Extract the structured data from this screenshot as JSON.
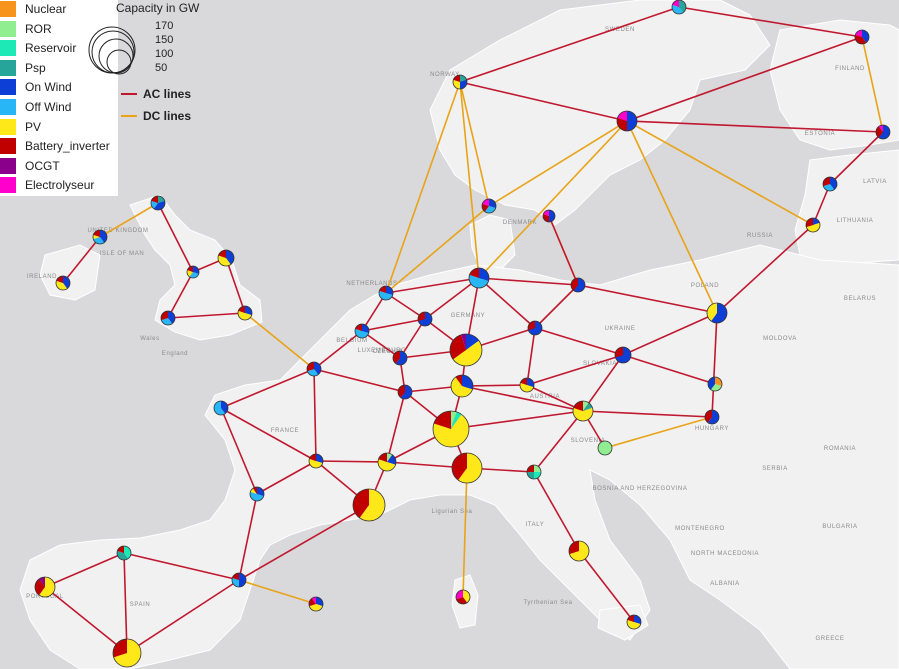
{
  "legend": {
    "technologies": [
      {
        "label": "Nuclear",
        "color": "#f7941d"
      },
      {
        "label": "ROR",
        "color": "#90ee90"
      },
      {
        "label": "Reservoir",
        "color": "#1de9b6"
      },
      {
        "label": "Psp",
        "color": "#26a69a"
      },
      {
        "label": "On Wind",
        "color": "#0d3fd6"
      },
      {
        "label": "Off Wind",
        "color": "#29b6f6"
      },
      {
        "label": "PV",
        "color": "#ffe81a"
      },
      {
        "label": "Battery_inverter",
        "color": "#c00000"
      },
      {
        "label": "OCGT",
        "color": "#8b008b"
      },
      {
        "label": "Electrolyseur",
        "color": "#ff00cc"
      }
    ],
    "capacity": {
      "title": "Capacity in GW",
      "values": [
        "170",
        "150",
        "100",
        "50"
      ]
    },
    "lines": [
      {
        "label": "AC lines",
        "color": "#c0182f"
      },
      {
        "label": "DC lines",
        "color": "#e8a317"
      }
    ]
  },
  "map": {
    "colors": {
      "sea": "#d9d9dc",
      "land": "#f1f1f1",
      "border": "#ffffff"
    },
    "place_labels": [
      "SWEDEN",
      "NORWAY",
      "UNITED KINGDOM",
      "IRELAND",
      "ISLE OF MAN",
      "England",
      "Wales",
      "NETHERLANDS",
      "BELGIUM",
      "LUXEMBOURG",
      "GERMANY",
      "POLAND",
      "CZECHIA",
      "AUSTRIA",
      "SLOVAKIA",
      "HUNGARY",
      "SLOVENIA",
      "FRANCE",
      "PORTUGAL",
      "SPAIN",
      "ITALY",
      "Tyrrhenian Sea",
      "Ligurian Sea",
      "BOSNIA AND HERZEGOVINA",
      "MONTENEGRO",
      "NORTH MACEDONIA",
      "ALBANIA",
      "ROMANIA",
      "BULGARIA",
      "SERBIA",
      "LATVIA",
      "LITHUANIA",
      "RUSSIA",
      "DENMARK",
      "UKRAINE",
      "MOLDOVA",
      "ESTONIA",
      "FINLAND",
      "BELARUS",
      "GREECE"
    ]
  },
  "nodes": [
    {
      "id": "se-north",
      "s": [
        0,
        0,
        0,
        0.4,
        0,
        0.4,
        0,
        0,
        0,
        0.2
      ]
    },
    {
      "id": "fi",
      "s": [
        0,
        0,
        0,
        0,
        0.4,
        0,
        0,
        0.4,
        0,
        0.2
      ]
    },
    {
      "id": "no-south",
      "s": [
        0,
        0,
        0,
        0.2,
        0.3,
        0,
        0.3,
        0.2,
        0,
        0
      ]
    },
    {
      "id": "se-south",
      "s": [
        0,
        0,
        0,
        0,
        0.5,
        0,
        0,
        0.3,
        0,
        0.2
      ]
    },
    {
      "id": "ee",
      "s": [
        0,
        0,
        0,
        0,
        0.6,
        0,
        0,
        0.3,
        0,
        0.1
      ]
    },
    {
      "id": "lv",
      "s": [
        0,
        0,
        0,
        0,
        0.4,
        0.3,
        0,
        0.3,
        0,
        0
      ]
    },
    {
      "id": "dk-west",
      "s": [
        0,
        0,
        0,
        0,
        0.3,
        0.3,
        0,
        0.2,
        0,
        0.2
      ]
    },
    {
      "id": "dk-east",
      "s": [
        0,
        0,
        0,
        0,
        0.5,
        0,
        0,
        0.3,
        0,
        0.2
      ]
    },
    {
      "id": "lt",
      "s": [
        0,
        0,
        0,
        0,
        0.2,
        0,
        0.5,
        0.3,
        0,
        0
      ]
    },
    {
      "id": "gb-scot",
      "s": [
        0,
        0,
        0,
        0.2,
        0.4,
        0.2,
        0,
        0.2,
        0,
        0
      ]
    },
    {
      "id": "gb-ni",
      "s": [
        0,
        0,
        0,
        0,
        0.4,
        0.3,
        0.1,
        0.2,
        0,
        0
      ]
    },
    {
      "id": "ie",
      "s": [
        0,
        0,
        0,
        0,
        0.4,
        0,
        0.4,
        0.2,
        0,
        0
      ]
    },
    {
      "id": "gb-north",
      "s": [
        0,
        0,
        0,
        0,
        0.4,
        0,
        0.4,
        0.2,
        0,
        0
      ]
    },
    {
      "id": "gb-mid",
      "s": [
        0,
        0,
        0,
        0,
        0.3,
        0.3,
        0.2,
        0.2,
        0,
        0
      ]
    },
    {
      "id": "gb-wales",
      "s": [
        0,
        0,
        0,
        0,
        0.4,
        0.3,
        0,
        0.3,
        0,
        0
      ]
    },
    {
      "id": "gb-south",
      "s": [
        0,
        0,
        0,
        0,
        0.3,
        0,
        0.5,
        0.2,
        0,
        0
      ]
    },
    {
      "id": "de-north",
      "s": [
        0,
        0,
        0,
        0,
        0.3,
        0.5,
        0,
        0.2,
        0,
        0
      ]
    },
    {
      "id": "pl-north",
      "s": [
        0,
        0,
        0,
        0,
        0.6,
        0,
        0,
        0.4,
        0,
        0
      ]
    },
    {
      "id": "nl",
      "s": [
        0,
        0,
        0,
        0,
        0.3,
        0.5,
        0,
        0.2,
        0,
        0
      ]
    },
    {
      "id": "pl",
      "s": [
        0,
        0,
        0,
        0,
        0.6,
        0,
        0.4,
        0,
        0,
        0
      ]
    },
    {
      "id": "be",
      "s": [
        0,
        0,
        0,
        0,
        0.3,
        0.5,
        0,
        0.2,
        0,
        0
      ]
    },
    {
      "id": "de-west",
      "s": [
        0,
        0,
        0,
        0,
        0.7,
        0,
        0,
        0.3,
        0,
        0
      ]
    },
    {
      "id": "de-east",
      "s": [
        0,
        0,
        0,
        0,
        0.7,
        0,
        0,
        0.3,
        0,
        0
      ]
    },
    {
      "id": "de-rhine",
      "s": [
        0,
        0,
        0,
        0,
        0.15,
        0,
        0.5,
        0.3,
        0.05,
        0
      ]
    },
    {
      "id": "lu",
      "s": [
        0,
        0,
        0,
        0,
        0.6,
        0,
        0,
        0.4,
        0,
        0
      ]
    },
    {
      "id": "pl-south",
      "s": [
        0,
        0,
        0,
        0,
        0.7,
        0,
        0,
        0.3,
        0,
        0
      ]
    },
    {
      "id": "fr-north",
      "s": [
        0,
        0,
        0,
        0,
        0.4,
        0.3,
        0,
        0.3,
        0,
        0
      ]
    },
    {
      "id": "de-south",
      "s": [
        0,
        0,
        0,
        0,
        0.3,
        0,
        0.6,
        0.1,
        0,
        0
      ]
    },
    {
      "id": "cz",
      "s": [
        0,
        0,
        0,
        0,
        0.3,
        0,
        0.5,
        0.2,
        0,
        0
      ]
    },
    {
      "id": "fr-east",
      "s": [
        0,
        0,
        0,
        0,
        0.6,
        0,
        0,
        0.4,
        0,
        0
      ]
    },
    {
      "id": "sk",
      "s": [
        0.3,
        0.3,
        0,
        0,
        0.4,
        0,
        0,
        0,
        0,
        0
      ]
    },
    {
      "id": "at",
      "s": [
        0,
        0.1,
        0,
        0.1,
        0,
        0,
        0.6,
        0.2,
        0,
        0
      ]
    },
    {
      "id": "fr-brit",
      "s": [
        0,
        0,
        0,
        0,
        0.4,
        0.6,
        0,
        0,
        0,
        0
      ]
    },
    {
      "id": "ch",
      "s": [
        0,
        0.05,
        0.05,
        0,
        0,
        0,
        0.7,
        0.2,
        0,
        0
      ]
    },
    {
      "id": "hu",
      "s": [
        0,
        0,
        0,
        0,
        0.6,
        0,
        0,
        0.4,
        0,
        0
      ]
    },
    {
      "id": "si",
      "s": [
        0,
        1,
        0,
        0,
        0,
        0,
        0,
        0,
        0,
        0
      ]
    },
    {
      "id": "fr-centre",
      "s": [
        0,
        0,
        0,
        0,
        0.3,
        0,
        0.5,
        0.2,
        0,
        0
      ]
    },
    {
      "id": "fr-ra",
      "s": [
        0,
        0.1,
        0,
        0,
        0.2,
        0,
        0.5,
        0.2,
        0,
        0
      ]
    },
    {
      "id": "it-north",
      "s": [
        0,
        0,
        0,
        0,
        0,
        0,
        0.6,
        0.4,
        0,
        0
      ]
    },
    {
      "id": "it-adriatic",
      "s": [
        0,
        0.25,
        0.25,
        0.25,
        0,
        0,
        0,
        0.25,
        0,
        0
      ]
    },
    {
      "id": "fr-west",
      "s": [
        0,
        0,
        0,
        0,
        0.3,
        0.5,
        0.1,
        0.1,
        0,
        0
      ]
    },
    {
      "id": "fr-south",
      "s": [
        0,
        0,
        0,
        0,
        0,
        0,
        0.6,
        0.4,
        0,
        0
      ]
    },
    {
      "id": "es-north",
      "s": [
        0,
        0,
        0.4,
        0.4,
        0,
        0,
        0,
        0.2,
        0,
        0
      ]
    },
    {
      "id": "it-central",
      "s": [
        0,
        0,
        0,
        0,
        0,
        0,
        0.7,
        0.3,
        0,
        0
      ]
    },
    {
      "id": "es-east",
      "s": [
        0,
        0,
        0,
        0,
        0.5,
        0.3,
        0,
        0.2,
        0,
        0
      ]
    },
    {
      "id": "pt",
      "s": [
        0,
        0,
        0,
        0,
        0,
        0,
        0.6,
        0.3,
        0.1,
        0
      ]
    },
    {
      "id": "it-sardinia",
      "s": [
        0,
        0,
        0,
        0,
        0,
        0,
        0.4,
        0.3,
        0,
        0.3
      ]
    },
    {
      "id": "es-balearic",
      "s": [
        0,
        0,
        0,
        0,
        0.3,
        0,
        0.4,
        0.2,
        0,
        0.1
      ]
    },
    {
      "id": "es-south",
      "s": [
        0,
        0,
        0,
        0,
        0,
        0,
        0.7,
        0.3,
        0,
        0
      ]
    },
    {
      "id": "it-south",
      "s": [
        0,
        0,
        0,
        0,
        0.3,
        0,
        0.5,
        0.2,
        0,
        0
      ]
    }
  ]
}
